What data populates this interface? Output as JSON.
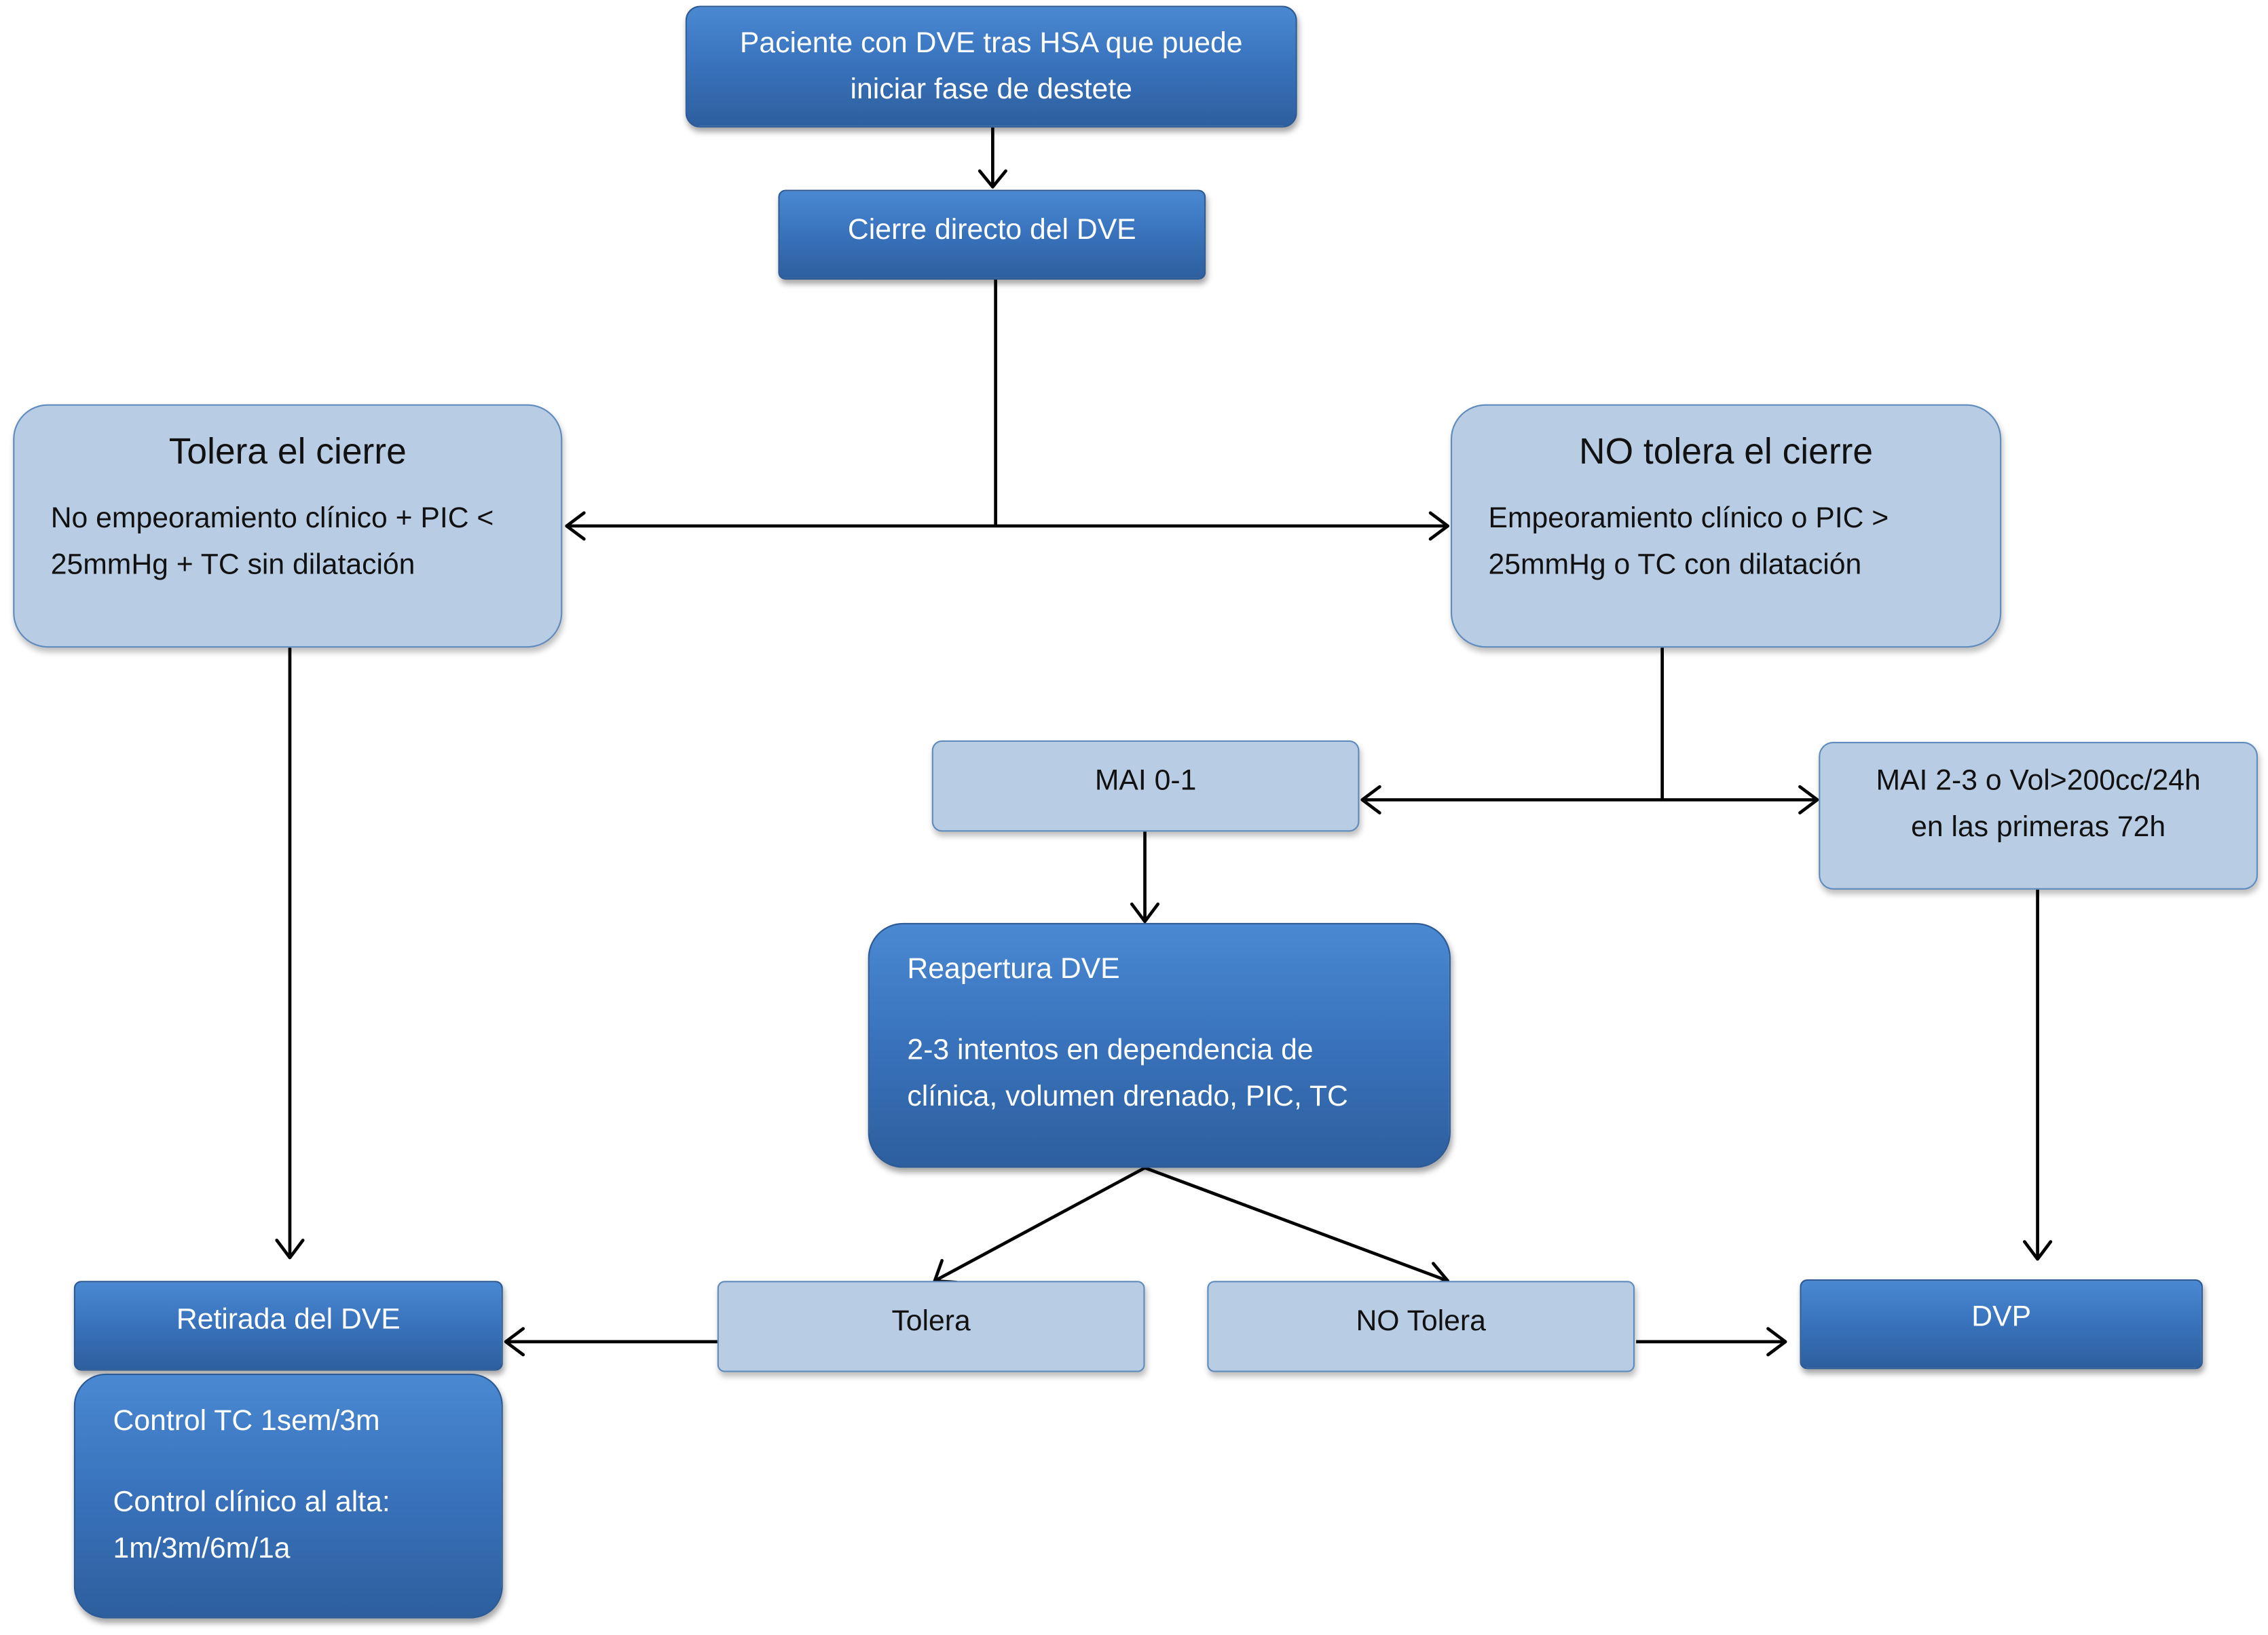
{
  "nodes": {
    "start": [
      "Paciente con DVE tras HSA que puede",
      "iniciar fase de destete"
    ],
    "closure": "Cierre directo del DVE",
    "tolerates": {
      "title": "Tolera el cierre",
      "lines": [
        "No empeoramiento clínico + PIC <",
        "25mmHg + TC sin dilatación"
      ]
    },
    "not_tolerates": {
      "title": "NO tolera el cierre",
      "lines": [
        "Empeoramiento clínico o PIC >",
        "25mmHg o TC con dilatación"
      ]
    },
    "mai_low": "MAI 0-1",
    "mai_high": [
      "MAI 2-3 o Vol>200cc/24h",
      "en las primeras 72h"
    ],
    "reopen": {
      "title": "Reapertura DVE",
      "lines": [
        "2-3 intentos en dependencia de",
        "clínica, volumen drenado, PIC, TC"
      ]
    },
    "tolera": "Tolera",
    "no_tolera": "NO Tolera",
    "removal": "Retirada del DVE",
    "followup": {
      "line1": "Control TC 1sem/3m",
      "line2": "Control clínico al alta:",
      "line3": "1m/3m/6m/1a"
    },
    "dvp": "DVP"
  },
  "colors": {
    "dark_node": "#3a74be",
    "light_node": "#b8cde4",
    "connector": "#000000"
  }
}
